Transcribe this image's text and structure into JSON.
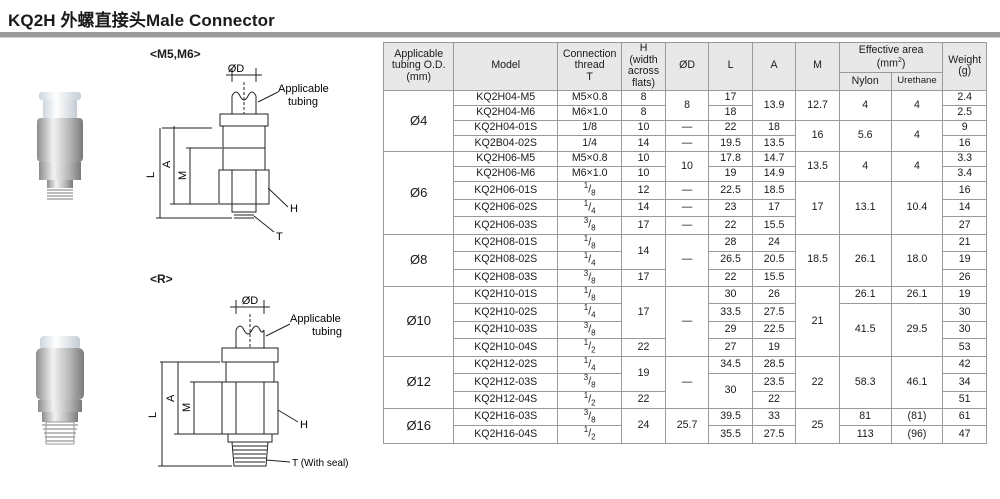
{
  "page": {
    "title": "KQ2H 外螺直接头Male Connector"
  },
  "section_m5m6": {
    "label": "<M5,M6>",
    "dim_d": "ØD",
    "applicable": "Applicable",
    "tubing": "tubing",
    "dim_l": "L",
    "dim_a": "A",
    "dim_m": "M",
    "dim_h": "H",
    "dim_t": "T"
  },
  "section_r": {
    "label": "<R>",
    "dim_d": "ØD",
    "applicable": "Applicable",
    "tubing": "tubing",
    "dim_l": "L",
    "dim_a": "A",
    "dim_m": "M",
    "dim_h": "H",
    "dim_t": "T (With seal)"
  },
  "table": {
    "headers": {
      "tubing_od": [
        "Applicable",
        "tubing O.D.",
        "(mm)"
      ],
      "model": "Model",
      "thread": [
        "Connection",
        "thread",
        "T"
      ],
      "h": [
        "H",
        "(width",
        "across",
        "flats)"
      ],
      "d": "ØD",
      "l": "L",
      "a": "A",
      "m": "M",
      "effective_area": [
        "Effective area",
        "(mm",
        ")"
      ],
      "effective_area_sup": "2",
      "nylon": "Nylon",
      "urethane": "Urethane",
      "weight": [
        "Weight",
        "(g)"
      ]
    },
    "groups": {
      "g4": "Ø4",
      "g6": "Ø6",
      "g8": "Ø8",
      "g10": "Ø10",
      "g12": "Ø12",
      "g16": "Ø16"
    },
    "rows": [
      {
        "model": "KQ2H04-M5",
        "thread": "M5×0.8",
        "h": "8",
        "d": "8",
        "l": "17",
        "a": "13.9",
        "m": "12.7",
        "nylon": "4",
        "urethane": "4",
        "weight": "2.4"
      },
      {
        "model": "KQ2H04-M6",
        "thread": "M6×1.0",
        "h": "8",
        "l": "18",
        "weight": "2.5"
      },
      {
        "model": "KQ2H04-01S",
        "thread": "1/8",
        "h": "10",
        "d": "—",
        "l": "22",
        "a": "18",
        "m": "16",
        "nylon": "5.6",
        "urethane": "4",
        "weight": "9"
      },
      {
        "model": "KQ2B04-02S",
        "thread": "1/4",
        "h": "14",
        "d": "—",
        "l": "19.5",
        "a": "13.5",
        "weight": "16"
      },
      {
        "model": "KQ2H06-M5",
        "thread": "M5×0.8",
        "h": "10",
        "d": "10",
        "l": "17.8",
        "a": "14.7",
        "m": "13.5",
        "nylon": "4",
        "urethane": "4",
        "weight": "3.3"
      },
      {
        "model": "KQ2H06-M6",
        "thread": "M6×1.0",
        "h": "10",
        "l": "19",
        "a": "14.9",
        "weight": "3.4"
      },
      {
        "model": "KQ2H06-01S",
        "thread_num": "1",
        "thread_den": "8",
        "h": "12",
        "d": "—",
        "l": "22.5",
        "a": "18.5",
        "m": "17",
        "nylon": "13.1",
        "urethane": "10.4",
        "weight": "16"
      },
      {
        "model": "KQ2H06-02S",
        "thread_num": "1",
        "thread_den": "4",
        "h": "14",
        "d": "—",
        "l": "23",
        "a": "17",
        "weight": "14"
      },
      {
        "model": "KQ2H06-03S",
        "thread_num": "3",
        "thread_den": "8",
        "h": "17",
        "d": "—",
        "l": "22",
        "a": "15.5",
        "weight": "27"
      },
      {
        "model": "KQ2H08-01S",
        "thread_num": "1",
        "thread_den": "8",
        "h": "14",
        "d": "—",
        "l": "28",
        "a": "24",
        "m": "18.5",
        "nylon": "26.1",
        "urethane": "18.0",
        "weight": "21"
      },
      {
        "model": "KQ2H08-02S",
        "thread_num": "1",
        "thread_den": "4",
        "l": "26.5",
        "a": "20.5",
        "weight": "19"
      },
      {
        "model": "KQ2H08-03S",
        "thread_num": "3",
        "thread_den": "8",
        "h": "17",
        "l": "22",
        "a": "15.5",
        "weight": "26"
      },
      {
        "model": "KQ2H10-01S",
        "thread_num": "1",
        "thread_den": "8",
        "h": "17",
        "d": "—",
        "l": "30",
        "a": "26",
        "m": "21",
        "nylon": "26.1",
        "urethane": "26.1",
        "weight": "19"
      },
      {
        "model": "KQ2H10-02S",
        "thread_num": "1",
        "thread_den": "4",
        "l": "33.5",
        "a": "27.5",
        "nylon": "41.5",
        "urethane": "29.5",
        "weight": "30"
      },
      {
        "model": "KQ2H10-03S",
        "thread_num": "3",
        "thread_den": "8",
        "l": "29",
        "a": "22.5",
        "weight": "30"
      },
      {
        "model": "KQ2H10-04S",
        "thread_num": "1",
        "thread_den": "2",
        "h": "22",
        "l": "27",
        "a": "19",
        "weight": "53"
      },
      {
        "model": "KQ2H12-02S",
        "thread_num": "1",
        "thread_den": "4",
        "h": "19",
        "d": "—",
        "l": "34.5",
        "a": "28.5",
        "m": "22",
        "nylon": "58.3",
        "urethane": "46.1",
        "weight": "42"
      },
      {
        "model": "KQ2H12-03S",
        "thread_num": "3",
        "thread_den": "8",
        "l": "30",
        "a": "23.5",
        "weight": "34"
      },
      {
        "model": "KQ2H12-04S",
        "thread_num": "1",
        "thread_den": "2",
        "h": "22",
        "a": "22",
        "weight": "51"
      },
      {
        "model": "KQ2H16-03S",
        "thread_num": "3",
        "thread_den": "8",
        "h": "24",
        "d": "25.7",
        "l": "39.5",
        "a": "33",
        "m": "25",
        "nylon": "81",
        "urethane": "(81)",
        "weight": "61"
      },
      {
        "model": "KQ2H16-04S",
        "thread_num": "1",
        "thread_den": "2",
        "l": "35.5",
        "a": "27.5",
        "nylon": "113",
        "urethane": "(96)",
        "weight": "47"
      }
    ]
  },
  "colors": {
    "header_bg": "#e8e8e8",
    "rule": "#9a9a9a",
    "metal": "#c9c9c9",
    "collet_white": "#eef2f6"
  },
  "icons": {
    "photo_top": "male-connector-m5-photo",
    "photo_bottom": "male-connector-r-photo"
  }
}
